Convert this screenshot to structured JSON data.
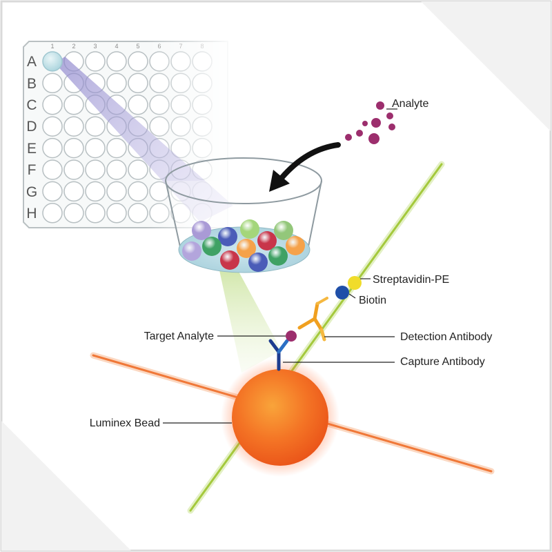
{
  "plate": {
    "rows": [
      "A",
      "B",
      "C",
      "D",
      "E",
      "F",
      "G",
      "H"
    ],
    "columns": [
      "1",
      "2",
      "3",
      "4",
      "5",
      "6",
      "7",
      "8"
    ],
    "highlighted_well": "A1"
  },
  "dish": {
    "beads": [
      {
        "color": "#a99ad6"
      },
      {
        "color": "#a4d67a"
      },
      {
        "color": "#93c77a"
      },
      {
        "color": "#4a5cb8"
      },
      {
        "color": "#3fa164"
      },
      {
        "color": "#f5a24a"
      },
      {
        "color": "#c8354a"
      },
      {
        "color": "#f5a24a"
      },
      {
        "color": "#b3a5dc"
      },
      {
        "color": "#c8354a"
      },
      {
        "color": "#4a5cb8"
      },
      {
        "color": "#3fa164"
      }
    ]
  },
  "labels": {
    "analyte": "Analyte",
    "streptavidin": "Streptavidin-PE",
    "biotin": "Biotin",
    "target_analyte": "Target Analyte",
    "detection_antibody": "Detection Antibody",
    "capture_antibody": "Capture Antibody",
    "luminex_bead": "Luminex Bead"
  },
  "colors": {
    "bead": "#f26a21",
    "green_laser": "#a4c93c",
    "red_laser": "#f07838",
    "analyte": "#9c2e6d",
    "biotin": "#1f4fa8",
    "streptavidin": "#f0dc2a",
    "detection_antibody": "#f0a020",
    "capture_antibody": "#1d3c8f"
  }
}
